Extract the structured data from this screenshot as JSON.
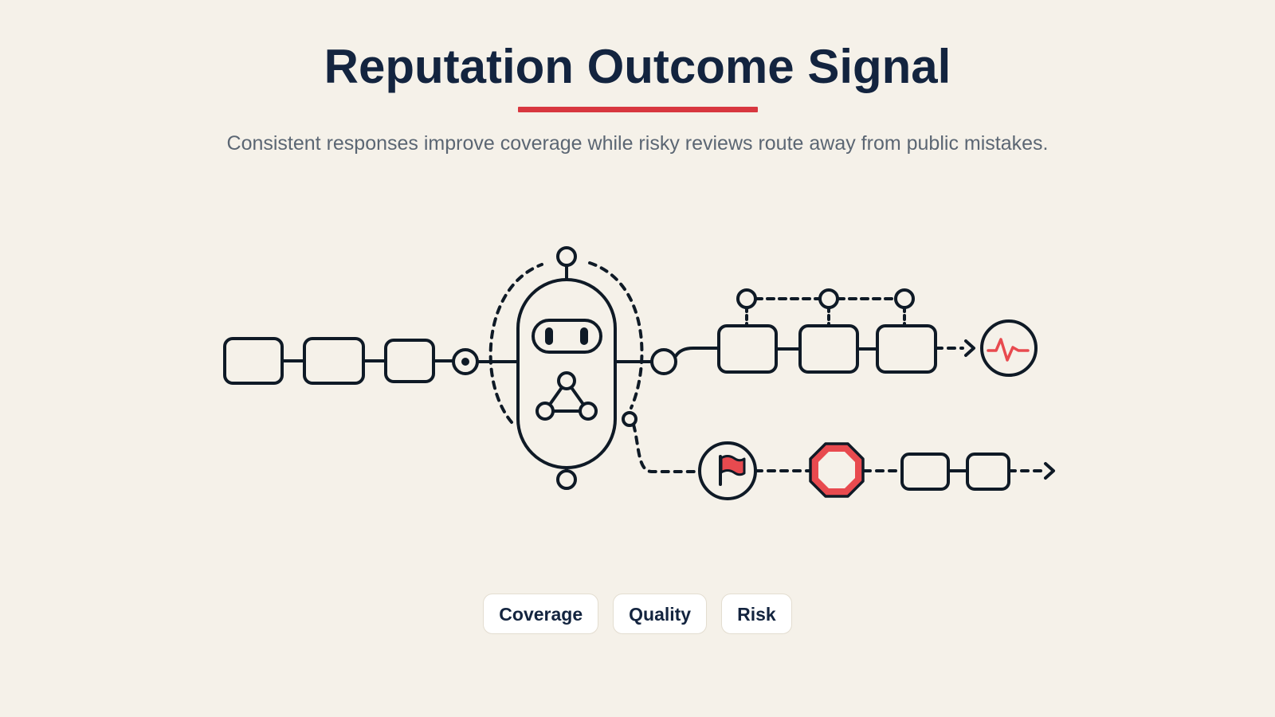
{
  "page": {
    "title": "Reputation Outcome Signal",
    "subtitle": "Consistent responses improve coverage while risky reviews route away from public mistakes."
  },
  "diagram": {
    "stroke_color": "#0f1a26",
    "accent_color": "#e84a4f",
    "icons": [
      "robot-icon",
      "network-icon",
      "pulse-icon",
      "flag-icon",
      "stop-sign-icon",
      "arrow-right-icon"
    ]
  },
  "chips": [
    {
      "label": "Coverage"
    },
    {
      "label": "Quality"
    },
    {
      "label": "Risk"
    }
  ]
}
